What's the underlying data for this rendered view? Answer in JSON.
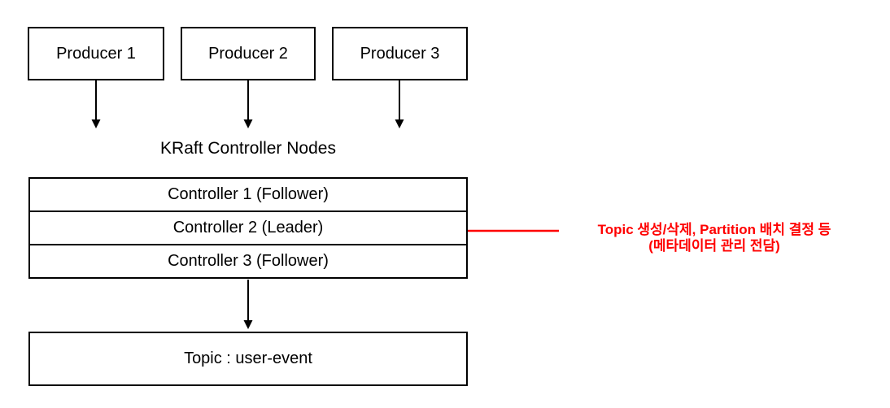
{
  "producers": [
    {
      "label": "Producer 1"
    },
    {
      "label": "Producer 2"
    },
    {
      "label": "Producer 3"
    }
  ],
  "controller_group": {
    "title": "KRaft Controller Nodes",
    "nodes": [
      {
        "label": "Controller 1 (Follower)"
      },
      {
        "label": "Controller 2 (Leader)"
      },
      {
        "label": "Controller 3 (Follower)"
      }
    ]
  },
  "topic": {
    "label": "Topic : user-event"
  },
  "annotation": {
    "line1": "Topic 생성/삭제, Partition 배치 결정 등",
    "line2": "(메타데이터 관리 전담)"
  },
  "colors": {
    "line": "#000000",
    "border": "#000000",
    "text": "#000000",
    "background": "#ffffff",
    "annotation": "#ff0000"
  }
}
